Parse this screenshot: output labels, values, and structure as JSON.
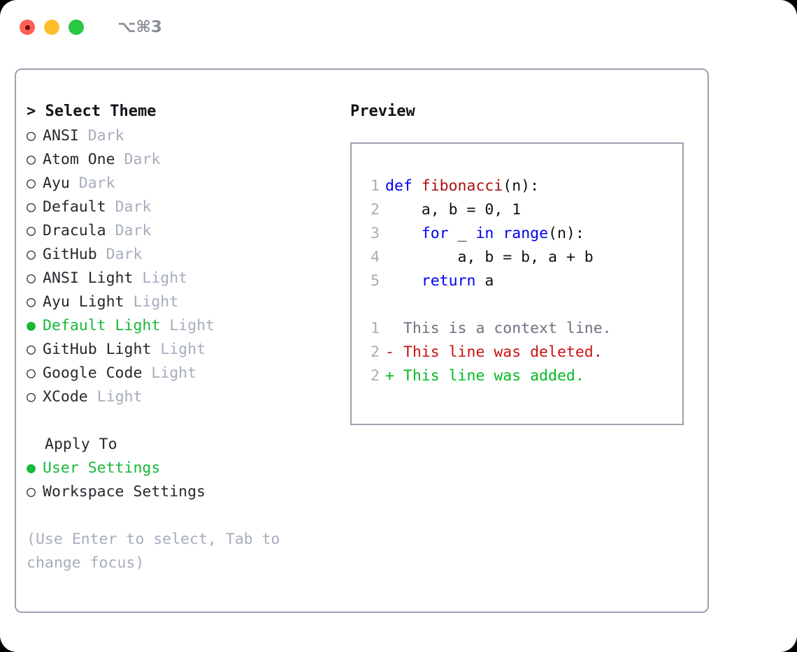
{
  "window": {
    "title": "⌥⌘3",
    "traffic_lights": [
      {
        "name": "close-button",
        "color": "#ff5f57"
      },
      {
        "name": "minimize-button",
        "color": "#ffbd2e"
      },
      {
        "name": "maximize-button",
        "color": "#28c840"
      }
    ]
  },
  "colors": {
    "selected_green": "#18b83a",
    "muted_gray": "#a6adbb",
    "keyword_blue": "#0000ee",
    "function_red": "#aa1111",
    "diff_deleted": "#cc1111",
    "diff_added": "#00bb22",
    "border": "#9aa3af"
  },
  "theme_list": {
    "heading": "> Select Theme",
    "bullet_selected": "●",
    "bullet_unselected": "○",
    "items": [
      {
        "name": "ANSI",
        "kind": "Dark",
        "selected": false
      },
      {
        "name": "Atom One",
        "kind": "Dark",
        "selected": false
      },
      {
        "name": "Ayu",
        "kind": "Dark",
        "selected": false
      },
      {
        "name": "Default",
        "kind": "Dark",
        "selected": false
      },
      {
        "name": "Dracula",
        "kind": "Dark",
        "selected": false
      },
      {
        "name": "GitHub",
        "kind": "Dark",
        "selected": false
      },
      {
        "name": "ANSI Light",
        "kind": "Light",
        "selected": false
      },
      {
        "name": "Ayu Light",
        "kind": "Light",
        "selected": false
      },
      {
        "name": "Default Light",
        "kind": "Light",
        "selected": true
      },
      {
        "name": "GitHub Light",
        "kind": "Light",
        "selected": false
      },
      {
        "name": "Google Code",
        "kind": "Light",
        "selected": false
      },
      {
        "name": "XCode",
        "kind": "Light",
        "selected": false
      }
    ]
  },
  "apply_to": {
    "heading": "Apply To",
    "options": [
      {
        "label": "User Settings",
        "selected": true
      },
      {
        "label": "Workspace Settings",
        "selected": false
      }
    ]
  },
  "hint": "(Use Enter to select, Tab to change focus)",
  "preview": {
    "title": "Preview",
    "code_lines": [
      {
        "number": "1",
        "tokens": [
          {
            "text": "def ",
            "style": "kw"
          },
          {
            "text": "fibonacci",
            "style": "fn"
          },
          {
            "text": "(n):",
            "style": "pl"
          }
        ]
      },
      {
        "number": "2",
        "tokens": [
          {
            "text": "    a, b = 0, 1",
            "style": "pl"
          }
        ]
      },
      {
        "number": "3",
        "tokens": [
          {
            "text": "    ",
            "style": "pl"
          },
          {
            "text": "for",
            "style": "kw"
          },
          {
            "text": " _ ",
            "style": "pl"
          },
          {
            "text": "in",
            "style": "kw"
          },
          {
            "text": " ",
            "style": "pl"
          },
          {
            "text": "range",
            "style": "kw"
          },
          {
            "text": "(n):",
            "style": "pl"
          }
        ]
      },
      {
        "number": "4",
        "tokens": [
          {
            "text": "        a, b = b, a + b",
            "style": "pl"
          }
        ]
      },
      {
        "number": "5",
        "tokens": [
          {
            "text": "    ",
            "style": "pl"
          },
          {
            "text": "return",
            "style": "kw"
          },
          {
            "text": " a",
            "style": "pl"
          }
        ]
      }
    ],
    "diff_lines": [
      {
        "number": "1",
        "marker": "  ",
        "text": "This is a context line.",
        "style": "ctx"
      },
      {
        "number": "2",
        "marker": "- ",
        "text": "This line was deleted.",
        "style": "del"
      },
      {
        "number": "2",
        "marker": "+ ",
        "text": "This line was added.",
        "style": "add"
      }
    ]
  }
}
